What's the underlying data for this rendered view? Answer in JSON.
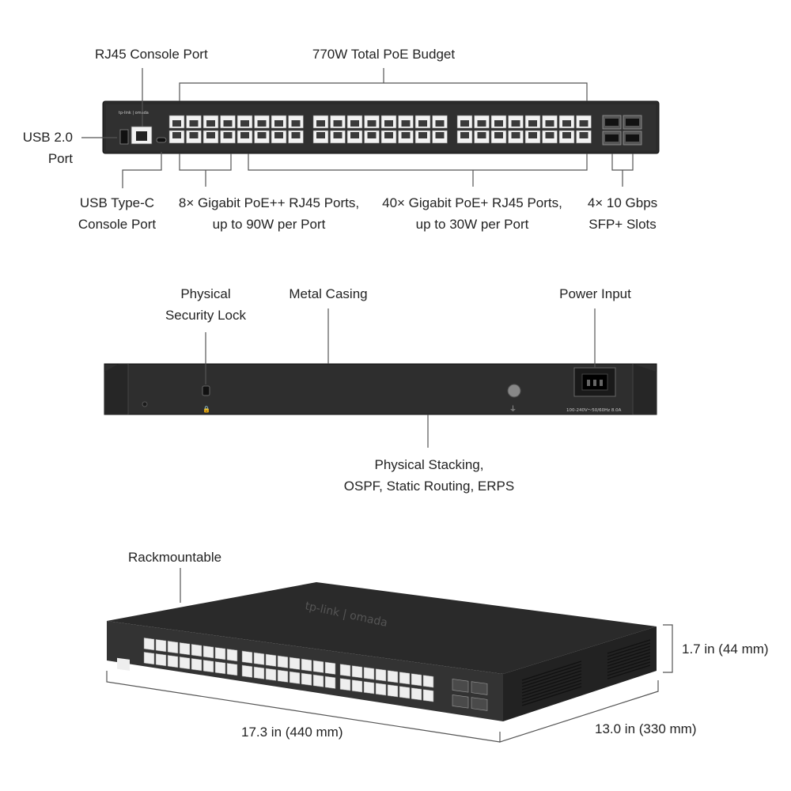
{
  "front": {
    "rj45_console": "RJ45 Console Port",
    "poe_budget": "770W Total PoE Budget",
    "usb20": [
      "USB 2.0",
      "Port"
    ],
    "usbc": [
      "USB Type-C",
      "Console Port"
    ],
    "poepp": [
      "8× Gigabit PoE++ RJ45 Ports,",
      "up to 90W per Port"
    ],
    "poep": [
      "40× Gigabit PoE+ RJ45 Ports,",
      "up to 30W per Port"
    ],
    "sfp": [
      "4× 10 Gbps",
      "SFP+ Slots"
    ]
  },
  "rear": {
    "lock": [
      "Physical",
      "Security Lock"
    ],
    "casing": "Metal Casing",
    "power": "Power Input",
    "stacking": [
      "Physical Stacking,",
      "OSPF, Static Routing, ERPS"
    ],
    "power_rating": "100-240V～50/60Hz 8.0A"
  },
  "dims": {
    "rack": "Rackmountable",
    "height": "1.7 in (44 mm)",
    "width": "17.3 in (440 mm)",
    "depth": "13.0  in (330 mm)",
    "brand": "tp-link | omada"
  },
  "colors": {
    "device": "#2b2b2b",
    "device_dark": "#1c1c1c",
    "port": "#f2f2f2",
    "line": "#555555"
  }
}
